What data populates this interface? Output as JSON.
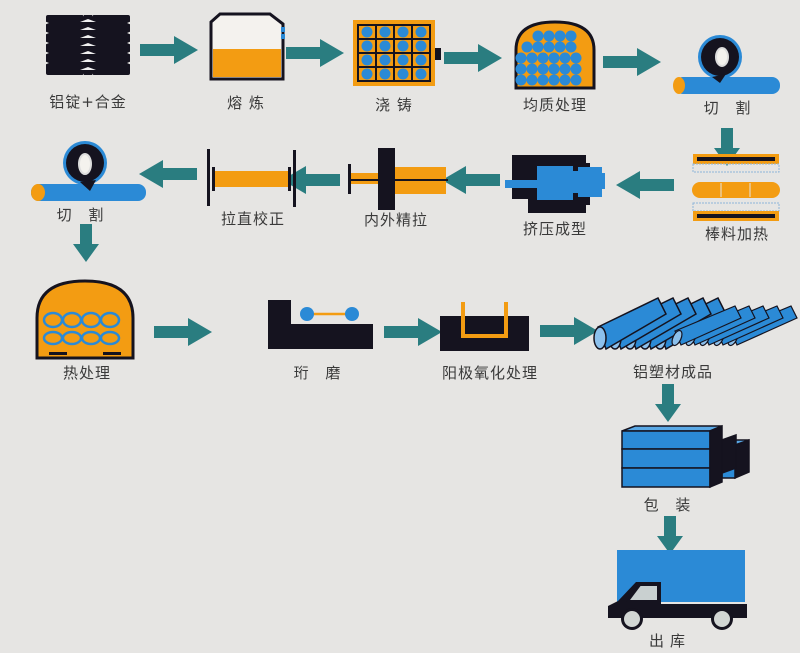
{
  "title": "铝型材生产工艺流程",
  "colors": {
    "background": "#e6e5e3",
    "arrow": "#2a7d80",
    "orange": "#f39c12",
    "blue": "#2b8ad6",
    "black": "#15131f",
    "label": "#3a3a3a"
  },
  "steps": [
    {
      "id": "ingot",
      "label": "铝锭+合金"
    },
    {
      "id": "melting",
      "label": "熔 炼"
    },
    {
      "id": "casting",
      "label": "浇 铸"
    },
    {
      "id": "homogenizing",
      "label": "均质处理"
    },
    {
      "id": "cutting1",
      "label": "切 割"
    },
    {
      "id": "billet-heating",
      "label": "棒料加热"
    },
    {
      "id": "extrusion",
      "label": "挤压成型"
    },
    {
      "id": "drawing",
      "label": "内外精拉"
    },
    {
      "id": "straightening",
      "label": "拉直校正"
    },
    {
      "id": "cutting2",
      "label": "切 割"
    },
    {
      "id": "heat-treatment",
      "label": "热处理"
    },
    {
      "id": "honing",
      "label": "珩 磨"
    },
    {
      "id": "anodizing",
      "label": "阳极氧化处理"
    },
    {
      "id": "finished",
      "label": "铝塑材成品"
    },
    {
      "id": "packaging",
      "label": "包 装"
    },
    {
      "id": "shipping",
      "label": "出库"
    }
  ]
}
